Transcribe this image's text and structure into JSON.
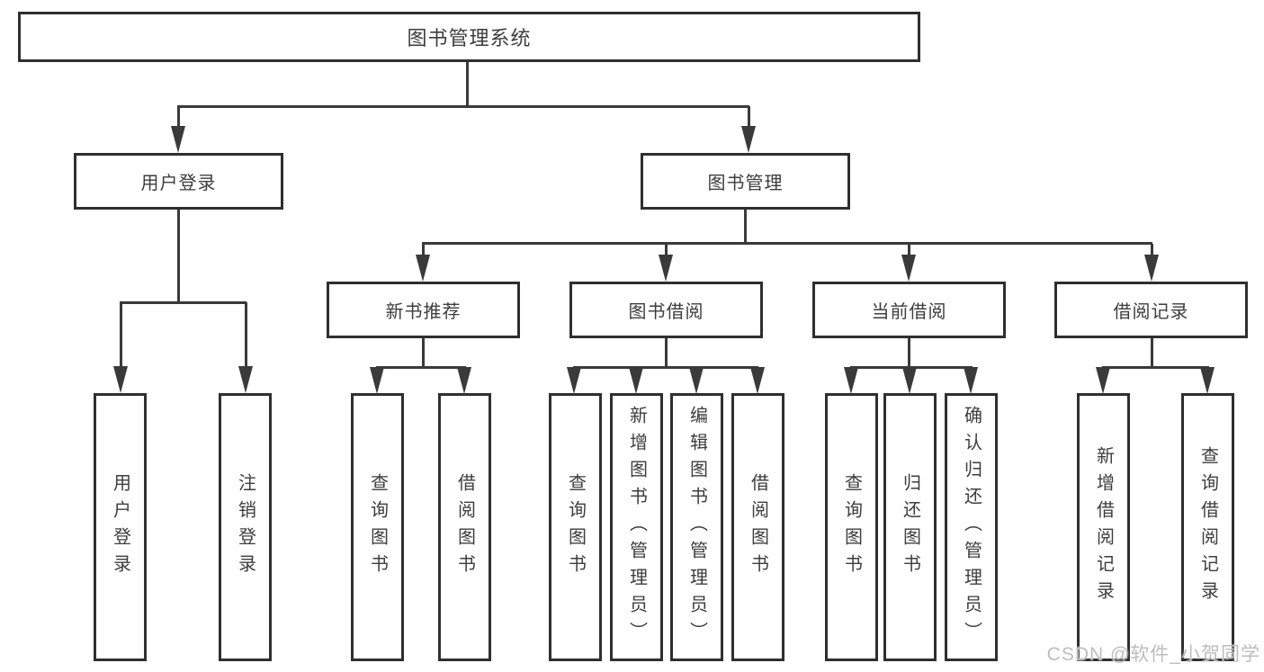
{
  "nodes": {
    "root": "图书管理系统",
    "l2": [
      "用户登录",
      "图书管理"
    ],
    "l3": [
      "新书推荐",
      "图书借阅",
      "当前借阅",
      "借阅记录"
    ],
    "leaves": {
      "g1": [
        "用户登录",
        "注销登录"
      ],
      "g2": [
        "查询图书",
        "借阅图书"
      ],
      "g3": [
        "查询图书",
        "新增图书（管理员）",
        "编辑图书（管理员）",
        "借阅图书"
      ],
      "g4": [
        "查询图书",
        "归还图书",
        "确认归还（管理员）"
      ],
      "g5": [
        "新增借阅记录",
        "查询借阅记录"
      ]
    }
  },
  "watermark": "CSDN @软件_小贺同学",
  "colors": {
    "line": "#3a3a3a",
    "box_border": "#2f2f2f",
    "text": "#3d3d3d",
    "watermark": "#bdbdbd",
    "background": "#ffffff"
  }
}
